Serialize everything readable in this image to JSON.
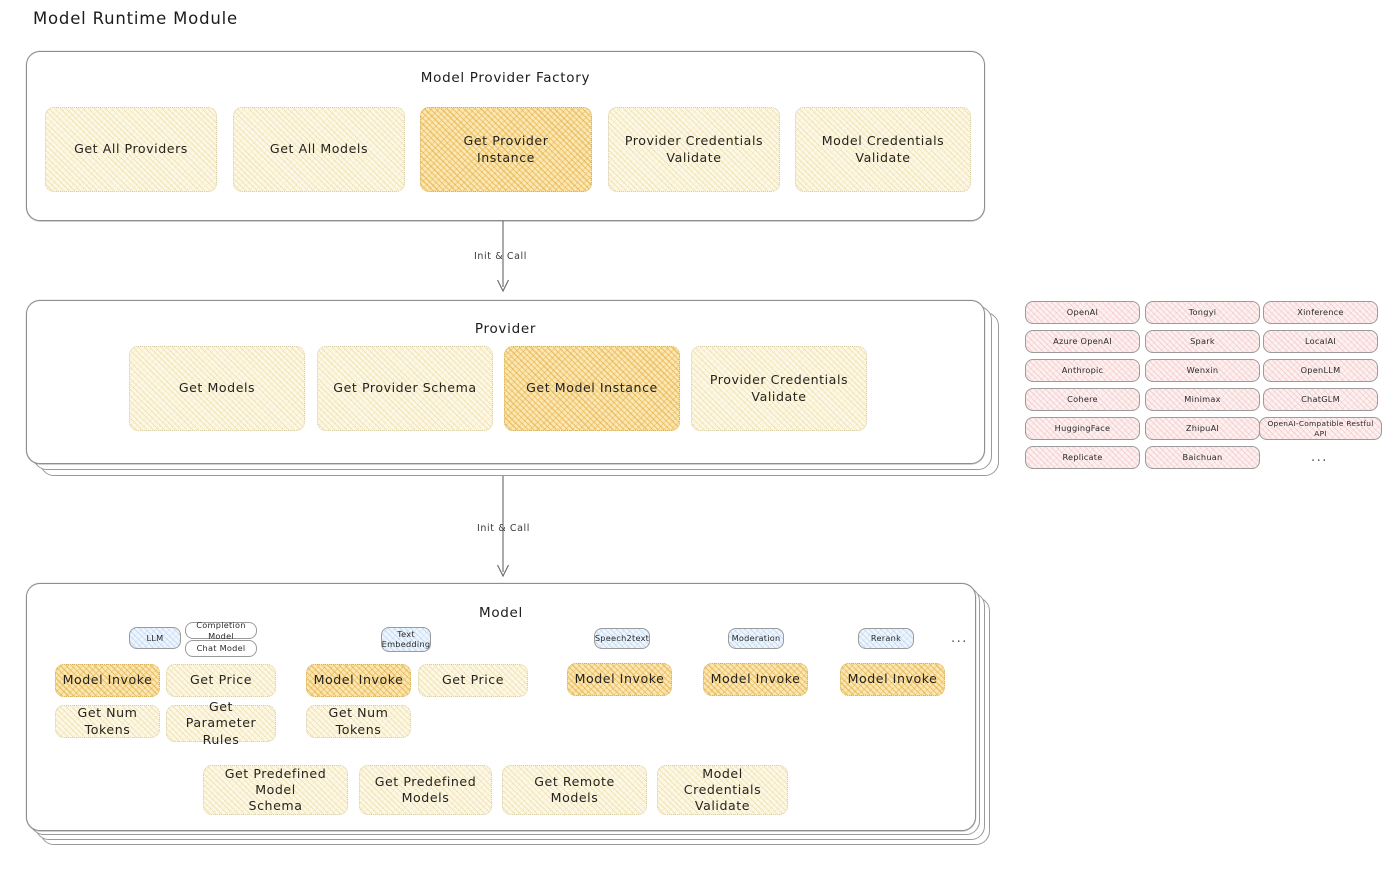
{
  "page": {
    "title": "Model Runtime Module",
    "ellipsis": "..."
  },
  "factory": {
    "title": "Model Provider Factory",
    "nodes": [
      {
        "label": "Get All Providers",
        "style": "cream"
      },
      {
        "label": "Get All Models",
        "style": "cream"
      },
      {
        "label": "Get Provider\nInstance",
        "style": "amber"
      },
      {
        "label": "Provider Credentials\nValidate",
        "style": "cream"
      },
      {
        "label": "Model Credentials\nValidate",
        "style": "cream"
      }
    ]
  },
  "arrow1": {
    "label": "Init & Call"
  },
  "provider": {
    "title": "Provider",
    "nodes": [
      {
        "label": "Get Models",
        "style": "cream"
      },
      {
        "label": "Get Provider Schema",
        "style": "cream"
      },
      {
        "label": "Get Model Instance",
        "style": "amber"
      },
      {
        "label": "Provider Credentials\nValidate",
        "style": "cream"
      }
    ]
  },
  "provider_list": {
    "columns": [
      {
        "items": [
          "OpenAI",
          "Azure OpenAI",
          "Anthropic",
          "Cohere",
          "HuggingFace",
          "Replicate"
        ]
      },
      {
        "items": [
          "Tongyi",
          "Spark",
          "Wenxin",
          "Minimax",
          "ZhipuAI",
          "Baichuan"
        ]
      },
      {
        "items": [
          "Xinference",
          "LocalAI",
          "OpenLLM",
          "ChatGLM",
          "OpenAI-Compatible Restful API"
        ]
      }
    ],
    "more": "..."
  },
  "arrow2": {
    "label": "Init & Call"
  },
  "model": {
    "title": "Model",
    "more": "...",
    "groups": [
      {
        "tag": "LLM",
        "tag_style": "blue",
        "subtags": [
          "Completion Model",
          "Chat Model"
        ],
        "nodes": [
          {
            "label": "Model Invoke",
            "style": "amber"
          },
          {
            "label": "Get Price",
            "style": "cream"
          },
          {
            "label": "Get Num Tokens",
            "style": "cream"
          },
          {
            "label": "Get Parameter\nRules",
            "style": "cream"
          }
        ]
      },
      {
        "tag": "Text\nEmbedding",
        "tag_style": "blue",
        "subtags": [],
        "nodes": [
          {
            "label": "Model Invoke",
            "style": "amber"
          },
          {
            "label": "Get Price",
            "style": "cream"
          },
          {
            "label": "Get Num Tokens",
            "style": "cream"
          }
        ]
      },
      {
        "tag": "Speech2text",
        "tag_style": "blue",
        "subtags": [],
        "nodes": [
          {
            "label": "Model Invoke",
            "style": "amber"
          }
        ]
      },
      {
        "tag": "Moderation",
        "tag_style": "blue",
        "subtags": [],
        "nodes": [
          {
            "label": "Model Invoke",
            "style": "amber"
          }
        ]
      },
      {
        "tag": "Rerank",
        "tag_style": "blue",
        "subtags": [],
        "nodes": [
          {
            "label": "Model Invoke",
            "style": "amber"
          }
        ]
      }
    ],
    "common_nodes": [
      {
        "label": "Get Predefined Model\nSchema",
        "style": "cream"
      },
      {
        "label": "Get Predefined\nModels",
        "style": "cream"
      },
      {
        "label": "Get Remote Models",
        "style": "cream"
      },
      {
        "label": "Model Credentials\nValidate",
        "style": "cream"
      }
    ]
  },
  "colors": {
    "cream_fill": "#fdf8e6",
    "amber_fill": "#fbe7b4",
    "rose_fill": "#fdf0f0",
    "blue_fill": "#eef5fd",
    "border": "#8e8e8e",
    "text": "#26231d",
    "background": "#ffffff"
  }
}
